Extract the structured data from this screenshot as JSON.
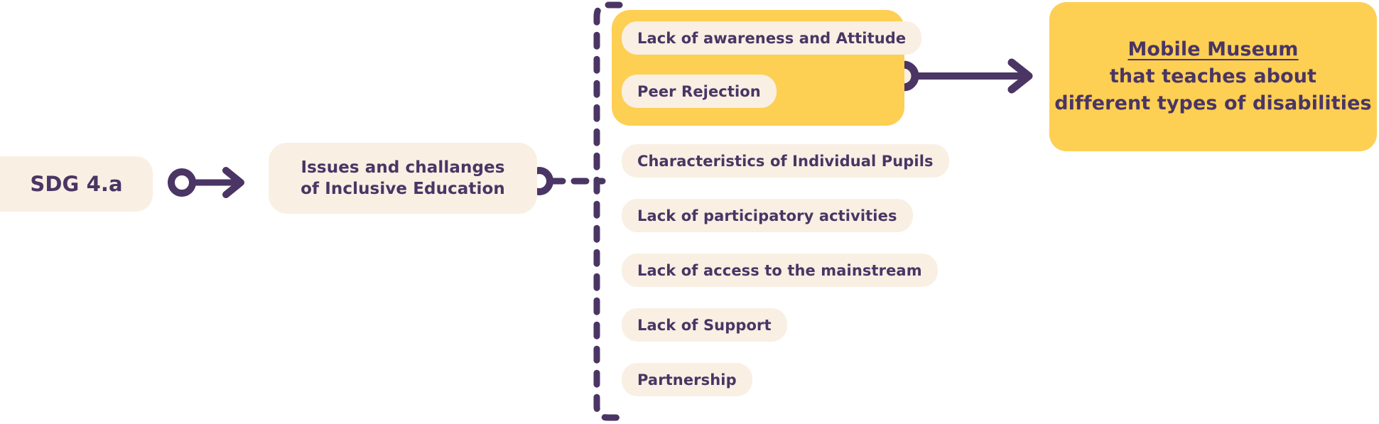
{
  "palette": {
    "background": "#ffffff",
    "cream": "#f9efe3",
    "yellow": "#fdcf53",
    "purple": "#4a3564",
    "pill_cream": "#f7eee3"
  },
  "nodes": {
    "start": {
      "label": "SDG 4.a"
    },
    "topic": {
      "line1": "Issues and challanges",
      "line2": "of Inclusive Education"
    },
    "outcome": {
      "line1": "Mobile Museum ",
      "line2": "that teaches about",
      "line3": "different types of disabilities"
    }
  },
  "grouped_items": [
    {
      "label": "Lack of awareness and Attitude"
    },
    {
      "label": "Peer Rejection"
    }
  ],
  "items": [
    {
      "label": "Characteristics of Individual Pupils"
    },
    {
      "label": "Lack of participatory activities"
    },
    {
      "label": "Lack of access to the mainstream"
    },
    {
      "label": "Lack of Support"
    },
    {
      "label": "Partnership"
    }
  ],
  "connectors": [
    {
      "name": "sdg-to-topic",
      "style": "solid-arrow"
    },
    {
      "name": "topic-to-bracket",
      "style": "dashed"
    },
    {
      "name": "group-to-outcome",
      "style": "solid-arrow"
    }
  ]
}
